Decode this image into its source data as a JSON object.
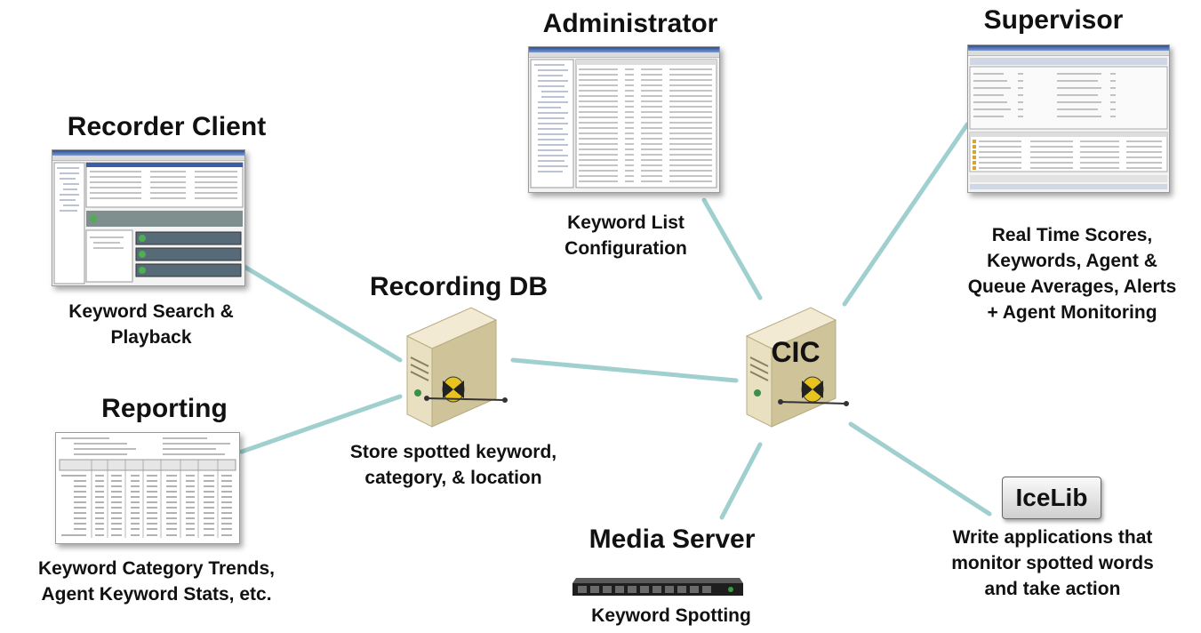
{
  "nodes": {
    "administrator": {
      "title": "Administrator",
      "caption": [
        "Keyword List",
        "Configuration"
      ]
    },
    "supervisor": {
      "title": "Supervisor",
      "caption": [
        "Real Time Scores,",
        "Keywords, Agent &",
        "Queue Averages, Alerts",
        "+ Agent Monitoring"
      ]
    },
    "recorder_client": {
      "title": "Recorder Client",
      "caption": [
        "Keyword Search &",
        "Playback"
      ]
    },
    "recording_db": {
      "title": "Recording DB",
      "caption": [
        "Store spotted keyword,",
        "category, & location"
      ]
    },
    "cic": {
      "title": "CIC"
    },
    "reporting": {
      "title": "Reporting",
      "caption": [
        "Keyword Category Trends,",
        "Agent Keyword Stats, etc."
      ]
    },
    "media_server": {
      "title": "Media Server",
      "caption": [
        "Keyword Spotting"
      ]
    },
    "icelib": {
      "title": "IceLib",
      "caption": [
        "Write applications that",
        "monitor spotted words",
        "and take action"
      ]
    }
  },
  "colors": {
    "connector": "#9fd0cf",
    "server_body": "#e9e0c2",
    "server_shadow": "#c9bd95",
    "logo_yellow": "#e8c21e"
  },
  "icons": [
    "server-icon",
    "rack-server-icon",
    "screenshot-thumbnail"
  ]
}
